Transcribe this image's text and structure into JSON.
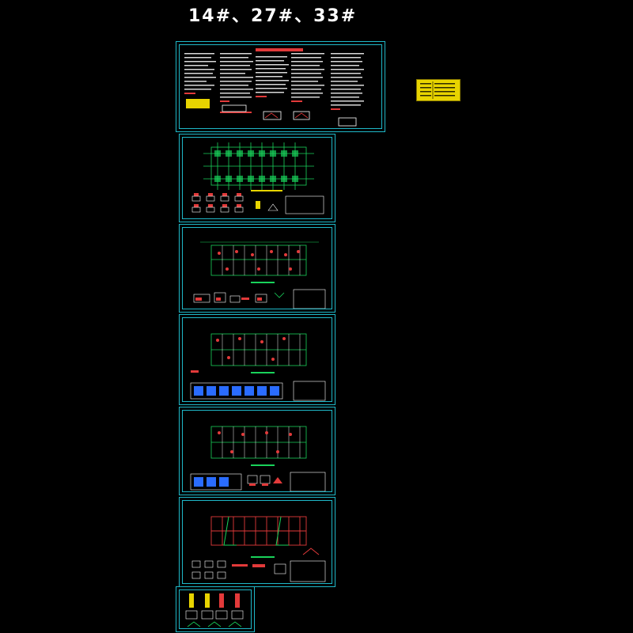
{
  "title": "14#、27#、33#",
  "colors": {
    "background": "#000000",
    "frame": "#1fb8c8",
    "plan_green": "#19d25a",
    "detail_red": "#e23a3a",
    "note_yellow": "#e8d400",
    "text_white": "#ffffff",
    "detail_blue": "#2a6cff",
    "cyan": "#33e0ff"
  },
  "sheets": [
    {
      "id": "general-notes"
    },
    {
      "id": "foundation-plan"
    },
    {
      "id": "floor-plan-1"
    },
    {
      "id": "floor-plan-2"
    },
    {
      "id": "floor-plan-3"
    },
    {
      "id": "roof-plan"
    },
    {
      "id": "column-details"
    }
  ]
}
